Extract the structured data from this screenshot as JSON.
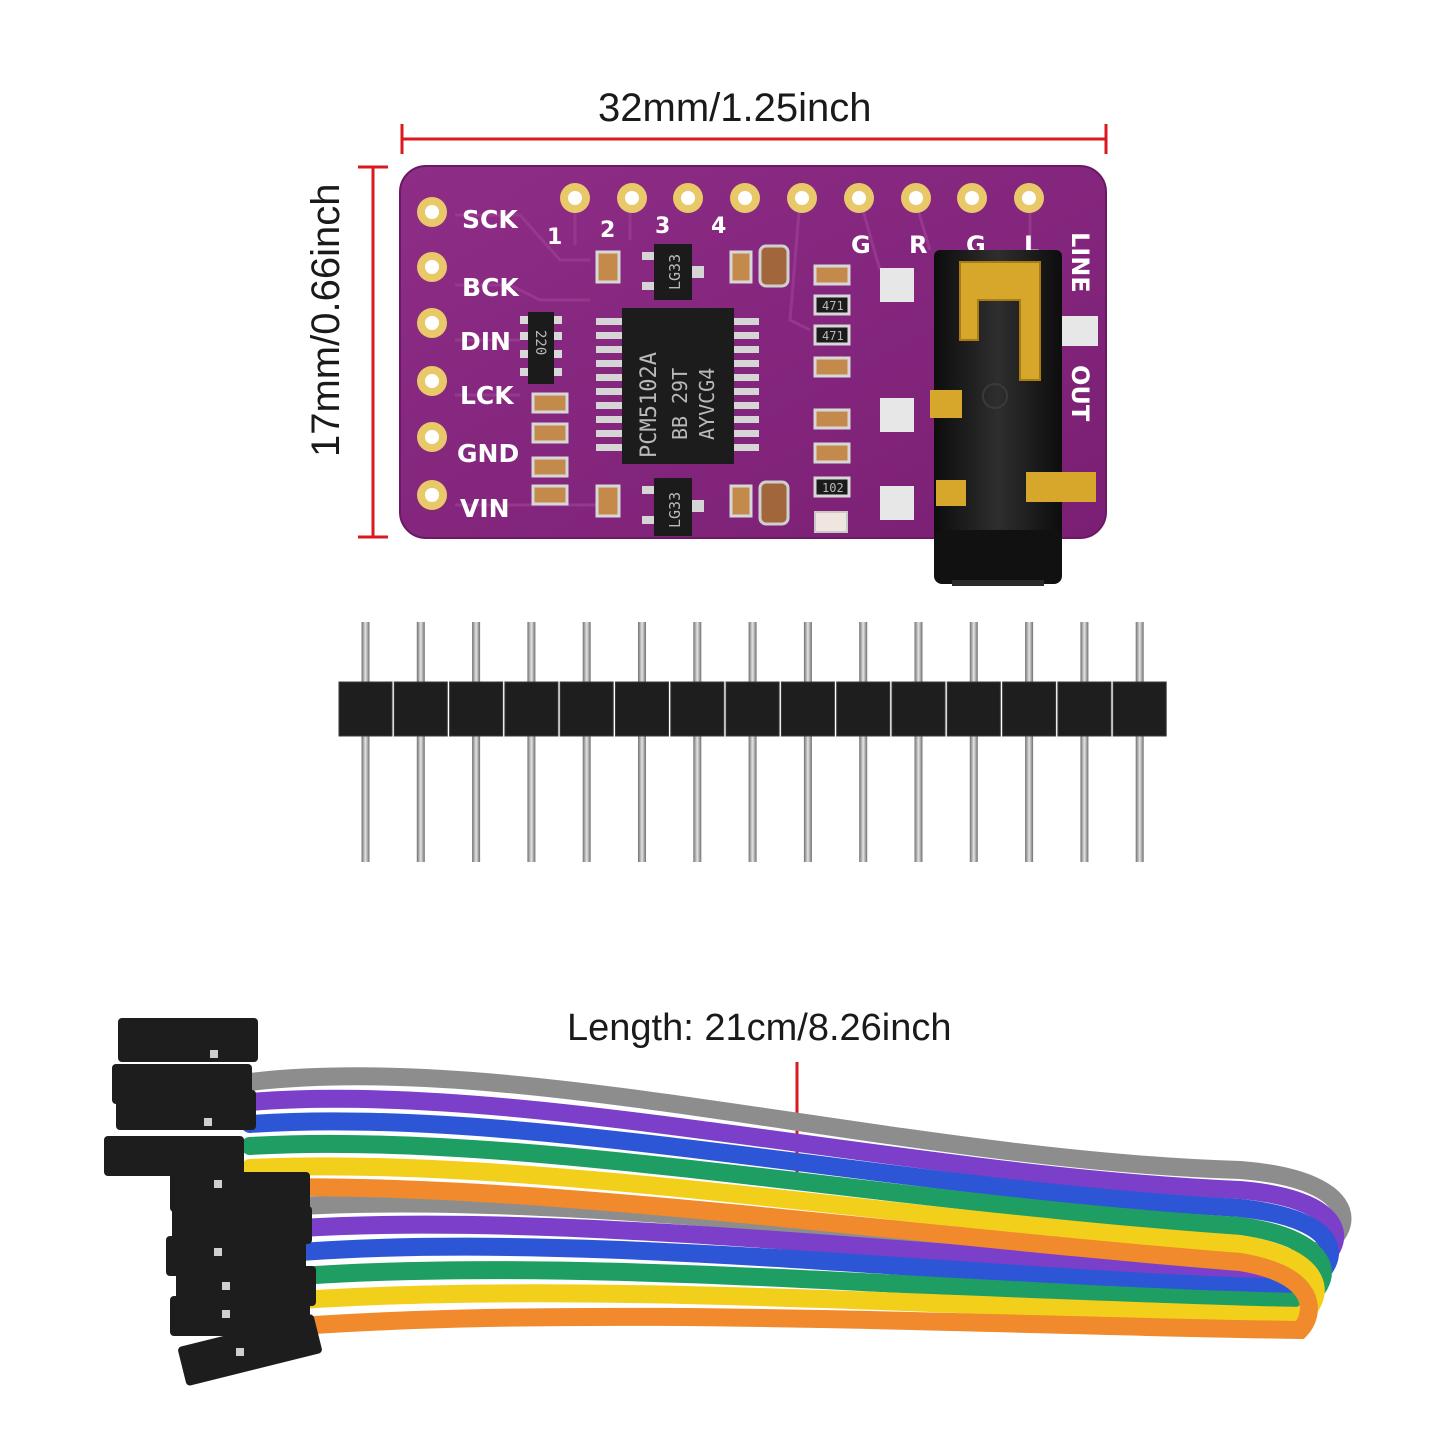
{
  "dimensions": {
    "width": "32mm/1.25inch",
    "height": "17mm/0.66inch",
    "cable_length": "Length: 21cm/8.26inch"
  },
  "board": {
    "side_pins": [
      "SCK",
      "BCK",
      "DIN",
      "LCK",
      "GND",
      "VIN"
    ],
    "top_pins": [
      "1",
      "2",
      "3",
      "4",
      "G",
      "R",
      "G",
      "L"
    ],
    "jack_label_top": "LINE",
    "jack_label_bottom": "OUT",
    "main_chip": [
      "PCM5102A",
      "29T",
      "AYVCG4",
      "BB"
    ],
    "regulator_label": "LG33",
    "resistor_array": "220",
    "resistors": [
      "471",
      "471",
      "102"
    ]
  },
  "header": {
    "pin_count": 15
  },
  "cable": {
    "wire_colors": [
      "#8d8d8d",
      "#7b3fc9",
      "#2c56d6",
      "#1f9e64",
      "#f2cf1a",
      "#f08a2c"
    ]
  },
  "colors": {
    "pcb": "#8a2481",
    "dimension_line": "#d9191f"
  }
}
